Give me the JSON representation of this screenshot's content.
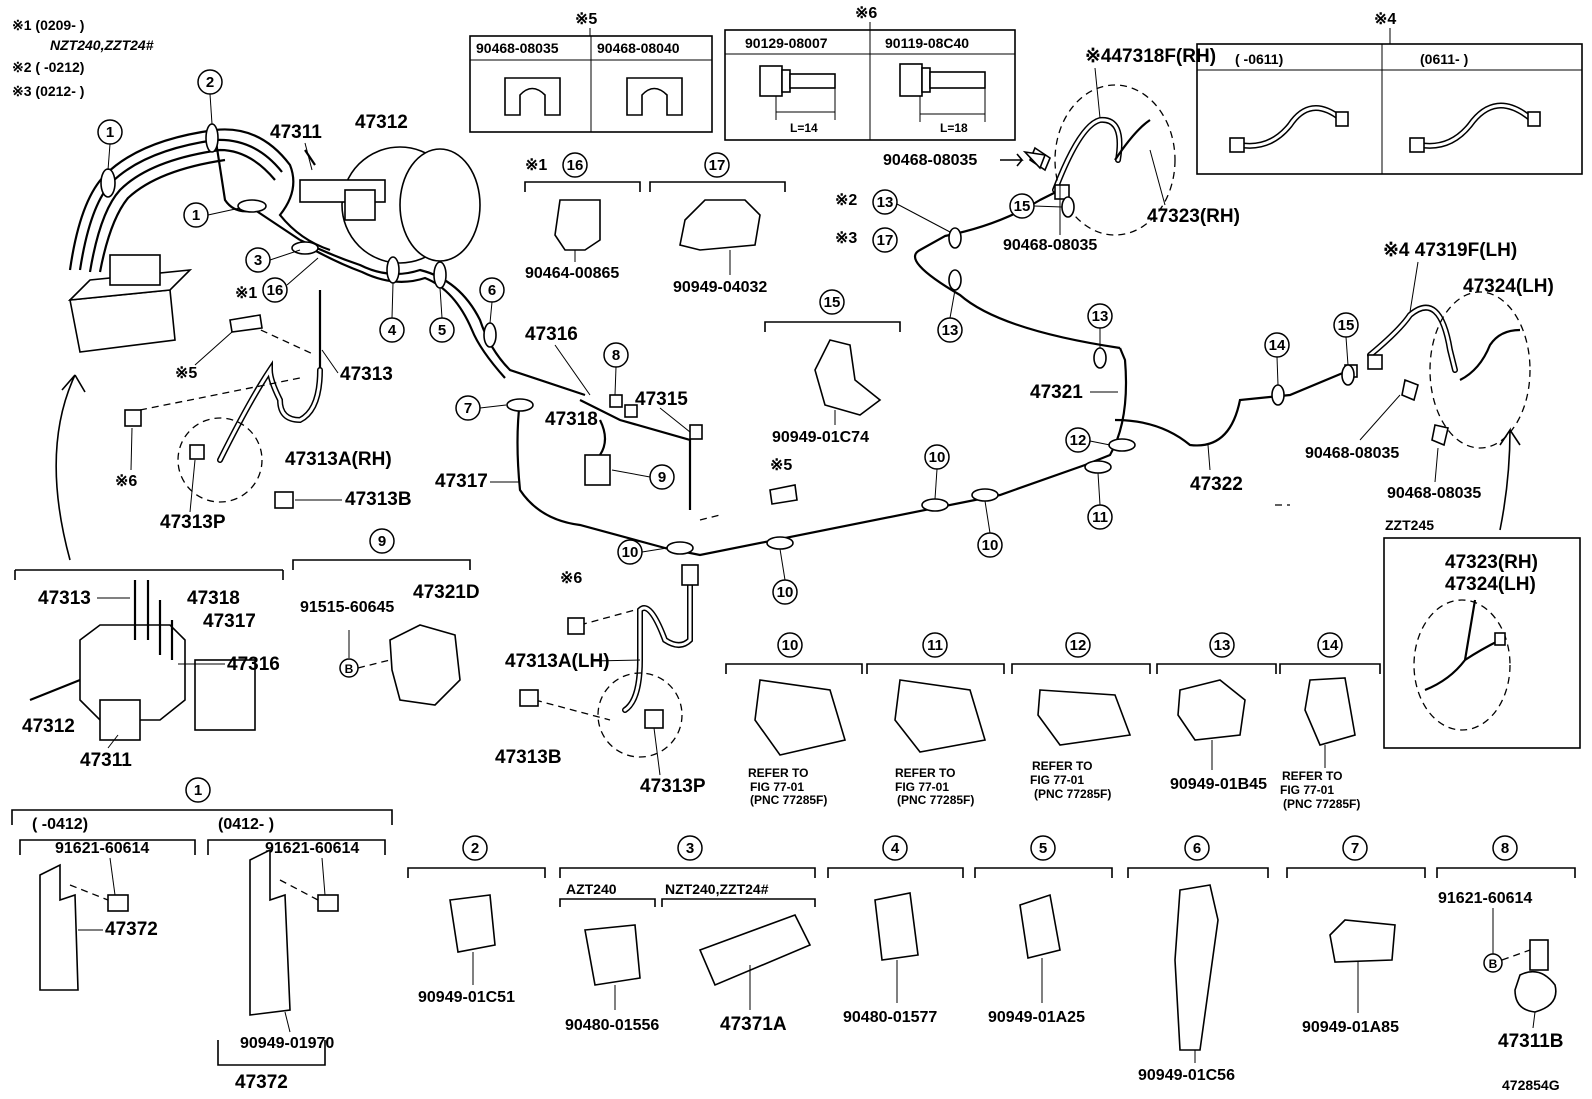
{
  "notes": [
    "※1 (0209-       )",
    "NZT240,ZZT24#",
    "※2 (       -0212)",
    "※3 (0212-       )"
  ],
  "box5": {
    "marker": "※5",
    "col1": "90468-08035",
    "col2": "90468-08040"
  },
  "box6": {
    "marker": "※6",
    "col1": "90129-08007",
    "col2": "90119-08C40",
    "len1": "L=14",
    "len2": "L=18"
  },
  "box4": {
    "marker": "※4",
    "col1": "(      -0611)",
    "col2": "(0611-      )"
  },
  "part_labels": {
    "p47311": "47311",
    "p47312": "47312",
    "p47313": "47313",
    "p47313a_rh": "47313A(RH)",
    "p47313b": "47313B",
    "p47313p": "47313P",
    "p47316": "47316",
    "p47318": "47318",
    "p47315": "47315",
    "p47317": "47317",
    "p47318f": "※447318F(RH)",
    "p47323rh": "47323(RH)",
    "p47321": "47321",
    "p47322": "47322",
    "p47319f": "※4 47319F(LH)",
    "p47324lh": "47324(LH)",
    "p47313a_lh": "47313A(LH)",
    "p47313b_2": "47313B",
    "p47313p_2": "47313P",
    "p90468_a": "90468-08035",
    "p90468_b": "90468-08035",
    "p90468_c": "90468-08035",
    "p90468_d": "90468-08035",
    "p90464": "90464-00865",
    "p90949_04032": "90949-04032",
    "p90949_01c74": "90949-01C74",
    "p91515": "91515-60645",
    "p47321d": "47321D",
    "mark_x6a": "※6",
    "mark_x6b": "※6",
    "mark_x5a": "※5",
    "mark_x5b": "※5",
    "mark_x1": "※1",
    "mark_x2": "※2",
    "mark_x3": "※3"
  },
  "inset_master": {
    "labels": [
      "47313",
      "47318",
      "47317",
      "47316",
      "47312",
      "47311"
    ]
  },
  "zzt245": {
    "title": "ZZT245",
    "l1": "47323(RH)",
    "l2": "47324(LH)"
  },
  "clamps": {
    "c1": {
      "num": "1",
      "v1": "(      -0412)",
      "v2": "(0412-      )",
      "bolt1": "91621-60614",
      "bolt2": "91621-60614",
      "part1": "47372",
      "part2": "90949-01970",
      "assy": "47372"
    },
    "c2": {
      "num": "2",
      "part": "90949-01C51"
    },
    "c3": {
      "num": "3",
      "v1": "AZT240",
      "v2": "NZT240,ZZT24#",
      "part1": "90480-01556",
      "part2": "47371A"
    },
    "c4": {
      "num": "4",
      "part": "90480-01577"
    },
    "c5": {
      "num": "5",
      "part": "90949-01A25"
    },
    "c6": {
      "num": "6",
      "part": "90949-01C56"
    },
    "c7": {
      "num": "7",
      "part": "90949-01A85"
    },
    "c8": {
      "num": "8",
      "bolt": "91621-60614",
      "part": "47311B"
    },
    "c9": {
      "num": "9"
    },
    "c10": {
      "num": "10",
      "r1": "REFER TO",
      "r2": "FIG 77-01",
      "r3": "(PNC 77285F)"
    },
    "c11": {
      "num": "11",
      "r1": "REFER TO",
      "r2": "FIG 77-01",
      "r3": "(PNC 77285F)"
    },
    "c12": {
      "num": "12",
      "r1": "REFER TO",
      "r2": "FIG 77-01",
      "r3": "(PNC 77285F)"
    },
    "c13": {
      "num": "13",
      "part": "90949-01B45"
    },
    "c14": {
      "num": "14",
      "r1": "REFER TO",
      "r2": "FIG 77-01",
      "r3": "(PNC 77285F)"
    },
    "c15": {
      "num": "15"
    },
    "c16": {
      "num": "16"
    },
    "c17": {
      "num": "17"
    }
  },
  "callouts": [
    "1",
    "2",
    "1",
    "3",
    "16",
    "4",
    "5",
    "6",
    "7",
    "8",
    "9",
    "10",
    "10",
    "10",
    "10",
    "11",
    "12",
    "13",
    "13",
    "13",
    "14",
    "15",
    "15",
    "17"
  ],
  "bolt_ref": "B",
  "figure_id": "472854G"
}
